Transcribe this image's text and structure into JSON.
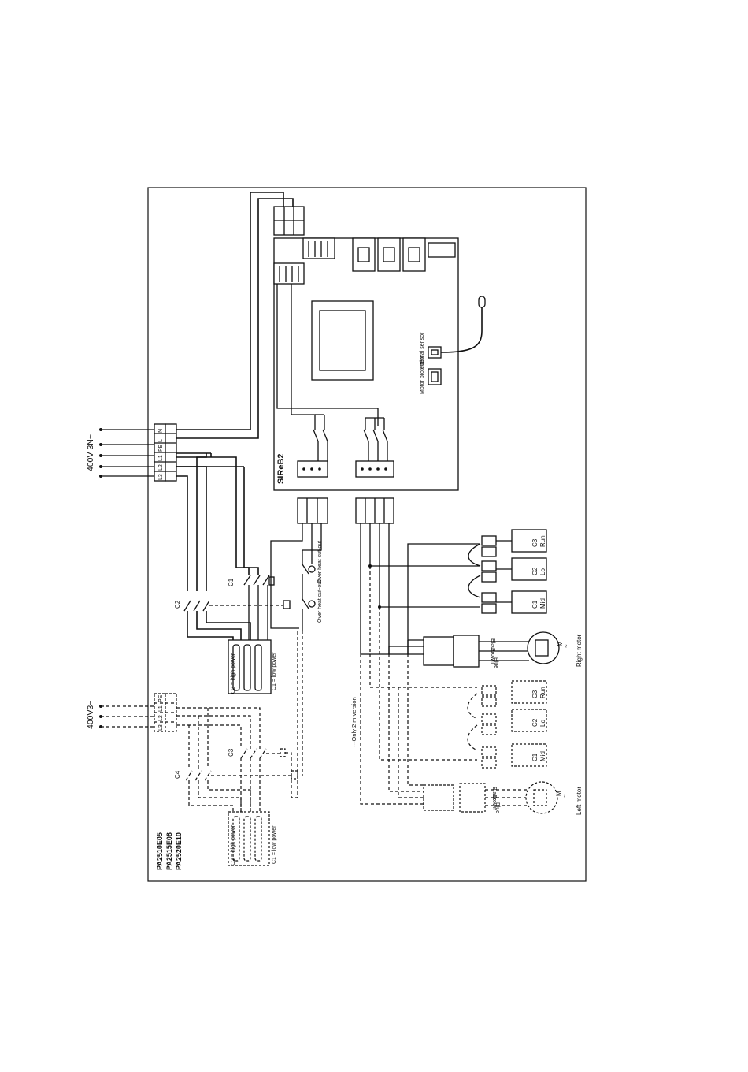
{
  "supply": {
    "main": "400V 3N~",
    "alt": "400V3~"
  },
  "terminals": {
    "main": [
      "L3",
      "L2",
      "L1",
      "PE",
      "L",
      "N"
    ],
    "alt": [
      "L3",
      "L2",
      "L1",
      "PE"
    ]
  },
  "board": {
    "name": "SIReB2",
    "internal_sensor": "Internal sensor",
    "motor_protection": "Motor protection"
  },
  "contactors": {
    "c1": "C1",
    "c2": "C2",
    "c3": "C3",
    "c4": "C4"
  },
  "cutouts": {
    "left": "Over heat cut-out",
    "right": "Over heat cut-out"
  },
  "heaters": {
    "high": "C2 = high power",
    "low": "C1 = low power"
  },
  "capacitors": [
    {
      "id": "C3",
      "speed": "Run"
    },
    {
      "id": "C2",
      "speed": "Lo"
    },
    {
      "id": "C1",
      "speed": "Mid"
    }
  ],
  "wires": {
    "black": "Black",
    "brown": "Brown",
    "blue": "Blue"
  },
  "motors": {
    "right": "Right motor",
    "left": "Left motor",
    "symbol": "M",
    "tilde": "~"
  },
  "version_note": "---Only 2 m version",
  "models": [
    "PA2510E05",
    "PA2515E08",
    "PA2520E10"
  ]
}
